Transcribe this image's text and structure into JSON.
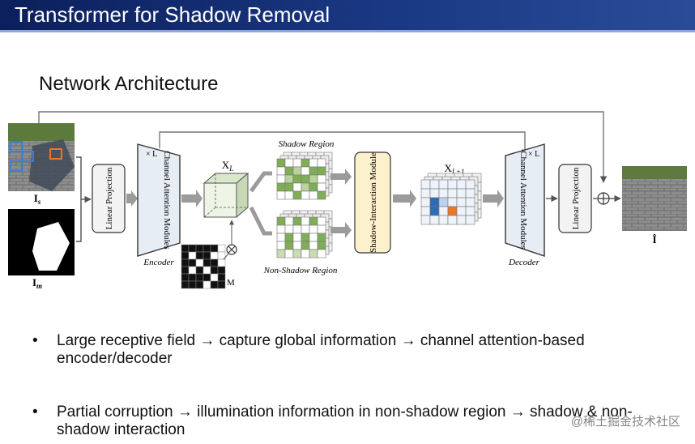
{
  "title": "Transformer for Shadow Removal",
  "section_heading": "Network Architecture",
  "diagram": {
    "input_image_label": "I",
    "input_image_sub": "s",
    "mask_label": "I",
    "mask_sub": "m",
    "linear_projection_left": "Linear Projection",
    "encoder_box_text": "Channel Attention Modules",
    "encoder_repeat": "× L",
    "encoder_label": "Encoder",
    "feature_label": "X",
    "feature_sub": "L",
    "shadow_region_label": "Shadow Region",
    "non_shadow_region_label": "Non-Shadow Region",
    "mask_feature_label": "M",
    "sim_box_text": "Shadow-Interaction Module",
    "output_feature_label": "X",
    "output_feature_sub": "L+1",
    "decoder_box_text": "Channel Attention Modules",
    "decoder_repeat": "× L",
    "decoder_label": "Decoder",
    "linear_projection_right": "Linear Projection",
    "output_label": "Î"
  },
  "bullets": [
    {
      "marker": "•",
      "text": "Large receptive field → capture global information → channel attention-based encoder/decoder"
    },
    {
      "marker": "•",
      "text": "Partial corruption → illumination information in non-shadow region → shadow & non-shadow interaction"
    }
  ],
  "watermark": "@稀土掘金技术社区",
  "colors": {
    "title_bar": "#0c1f5c",
    "sim_box_fill": "#fdf0cc",
    "shadow_cube_green": "#7fae57",
    "highlight_orange": "#e7772b",
    "highlight_blue": "#2d6bb5"
  }
}
